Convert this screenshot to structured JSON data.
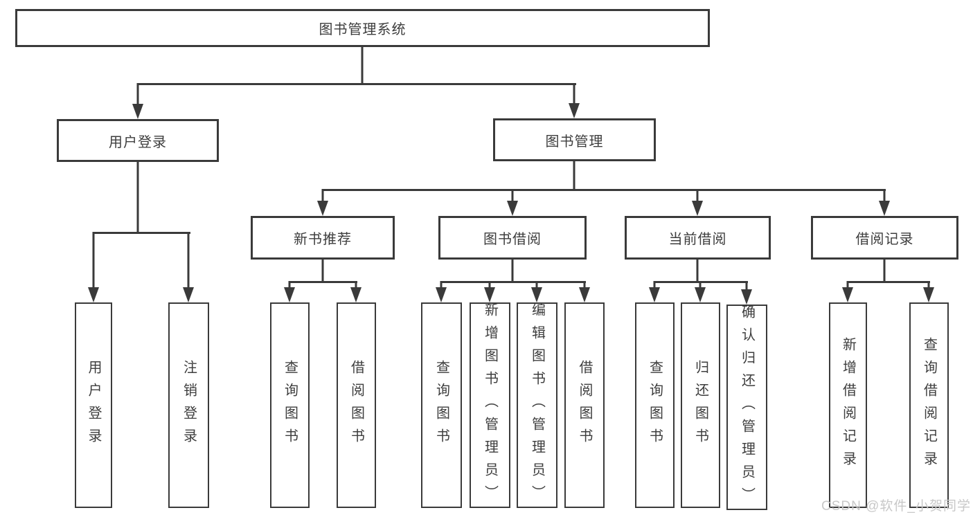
{
  "diagram": {
    "title": "图书管理系统",
    "children": [
      {
        "label": "用户登录",
        "children": [
          {
            "label": "用户登录"
          },
          {
            "label": "注销登录"
          }
        ]
      },
      {
        "label": "图书管理",
        "children": [
          {
            "label": "新书推荐",
            "children": [
              {
                "label": "查询图书"
              },
              {
                "label": "借阅图书"
              }
            ]
          },
          {
            "label": "图书借阅",
            "children": [
              {
                "label": "查询图书"
              },
              {
                "label": "新增图书（管理员）"
              },
              {
                "label": "编辑图书（管理员）"
              },
              {
                "label": "借阅图书"
              }
            ]
          },
          {
            "label": "当前借阅",
            "children": [
              {
                "label": "查询图书"
              },
              {
                "label": "归还图书"
              },
              {
                "label": "确认归还（管理员）"
              }
            ]
          },
          {
            "label": "借阅记录",
            "children": [
              {
                "label": "新增借阅记录"
              },
              {
                "label": "查询借阅记录"
              }
            ]
          }
        ]
      }
    ]
  },
  "watermark": {
    "text": "CSDN @软件_小贺同学"
  },
  "colors": {
    "line": "#3a3a3a",
    "text": "#3d3d3d",
    "box_fill": "#ffffff",
    "background": "#ffffff",
    "watermark": "#c8c8c8"
  }
}
